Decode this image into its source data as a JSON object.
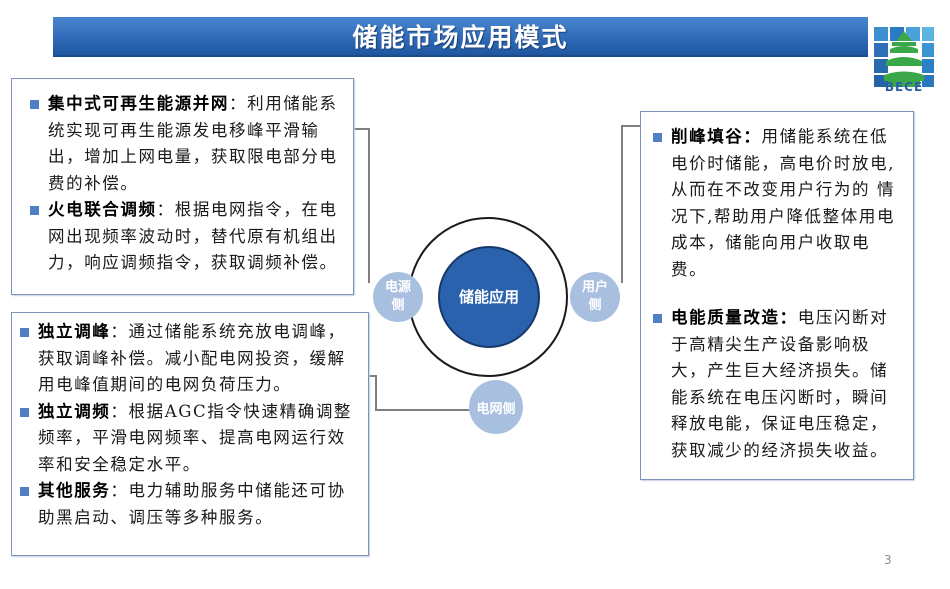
{
  "header": {
    "title": "储能市场应用模式",
    "logo_text": "BECE",
    "logo_icon": "temple-of-heaven-logo"
  },
  "diagram": {
    "center": {
      "label": "储能应用",
      "color": "#2b62ad"
    },
    "satellites": [
      {
        "id": "source-side",
        "label_line1": "电源",
        "label_line2": "侧"
      },
      {
        "id": "user-side",
        "label_line1": "用户",
        "label_line2": "侧"
      },
      {
        "id": "grid-side",
        "label_line1": "电网侧",
        "label_line2": ""
      }
    ],
    "satellite_color": "#a9bfdf"
  },
  "left_top_box": {
    "items": [
      {
        "term": "集中式可再生能源并网",
        "sep": "：",
        "text": "利用储能系统实现可再生能源发电移峰平滑输出，增加上网电量，获取限电部分电费的补偿。"
      },
      {
        "term": "火电联合调频",
        "sep": "：",
        "text": "根据电网指令，在电网出现频率波动时，替代原有机组出力，响应调频指令，获取调频补偿。"
      }
    ]
  },
  "left_bottom_box": {
    "items": [
      {
        "term": "独立调峰",
        "sep": "：",
        "text": "通过储能系统充放电调峰，获取调峰补偿。减小配电网投资，缓解用电峰值期间的电网负荷压力。"
      },
      {
        "term": "独立调频",
        "sep": "：",
        "text": "根据AGC指令快速精确调整频率，平滑电网频率、提高电网运行效率和安全稳定水平。"
      },
      {
        "term": "其他服务",
        "sep": "：",
        "text": "电力辅助服务中储能还可协助黑启动、调压等多种服务。"
      }
    ]
  },
  "right_box": {
    "items": [
      {
        "term": "削峰填谷",
        "sep": "：",
        "text": "用储能系统在低电价时储能，高电价时放电,从而在不改变用户行为的 情况下,帮助用户降低整体用电成本，储能向用户收取电费。"
      },
      {
        "term": "电能质量改造",
        "sep": "：",
        "text": "电压闪断对于高精尖生产设备影响极大，产生巨大经济损失。储能系统在电压闪断时，瞬间释放电能，保证电压稳定，获取减少的经济损失收益。"
      }
    ]
  },
  "footer": {
    "page_number": "3"
  },
  "colors": {
    "title_bar": "#2f6bb8",
    "box_border": "#7d94b8",
    "bullet": "#4f7fc4",
    "connector": "#7f7f7f"
  }
}
